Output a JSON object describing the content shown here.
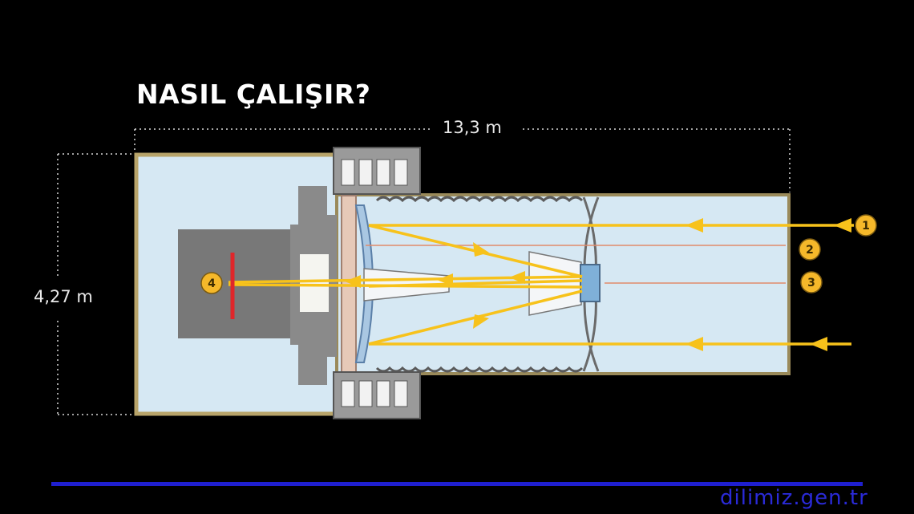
{
  "title": "NASIL ÇALIŞIR?",
  "dimensions": {
    "width_label": "13,3 m",
    "height_label": "4,27 m"
  },
  "callouts": [
    "1",
    "2",
    "3",
    "4"
  ],
  "watermark": "dilimiz.gen.tr",
  "colors": {
    "background": "#000000",
    "housing_fill": "#d6e8f3",
    "housing_border": "#b8a46a",
    "light_ray": "#f7c21b",
    "callout_badge": "#f5b82a",
    "detector": "#e0262a",
    "accent_rule": "#1f1fd0"
  }
}
